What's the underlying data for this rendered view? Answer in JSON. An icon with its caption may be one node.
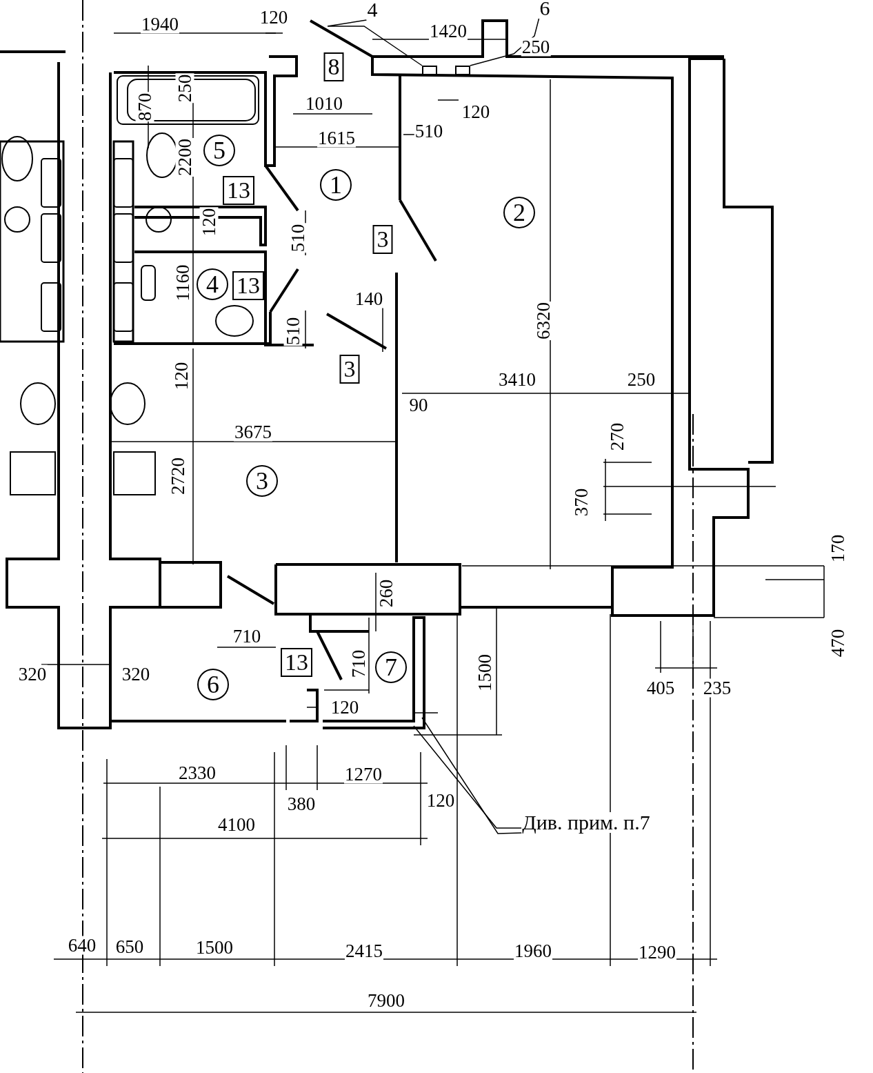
{
  "diagram": {
    "nodes": [
      {
        "text": [
          "4"
        ]
      },
      {
        "text": [],
        "shape": "box"
      },
      {
        "text": [
          "6"
        ]
      },
      {
        "text": [],
        "shape": "box"
      },
      {
        "text": [
          "Див. прим. п.7"
        ]
      }
    ],
    "edges": [
      {
        "from": 0,
        "to": 1,
        "arrow": "none"
      },
      {
        "from": 2,
        "to": 3,
        "arrow": "none"
      },
      {
        "from": 4,
        "to": null,
        "arrow": "none"
      },
      {
        "from": 4,
        "to": null,
        "arrow": "none"
      }
    ],
    "labels": [
      "1940",
      "120",
      "1420",
      "250",
      "8",
      "1010",
      "120",
      "870",
      "250",
      "1615",
      "510",
      "2200",
      "5",
      "13",
      "1",
      "2",
      "3",
      "120",
      "510",
      "4",
      "13",
      "1160",
      "140",
      "510",
      "3",
      "3410",
      "250",
      "120",
      "90",
      "6320",
      "3675",
      "270",
      "3",
      "2720",
      "370",
      "170",
      "260",
      "470",
      "710",
      "13",
      "7",
      "710",
      "320",
      "320",
      "6",
      "1500",
      "120",
      "405",
      "235",
      "2330",
      "1270",
      "380",
      "120",
      "4100",
      "640",
      "650",
      "1500",
      "2415",
      "1960",
      "1290",
      "7900"
    ]
  }
}
